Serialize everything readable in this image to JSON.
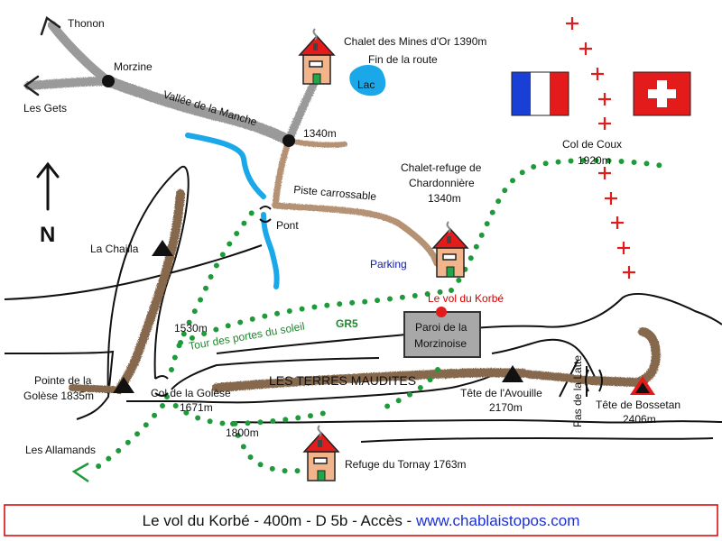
{
  "places": {
    "thonon": "Thonon",
    "morzine": "Morzine",
    "les_gets": "Les Gets",
    "vallee": "Vallée de la Manche",
    "chalet_mines_line1": "Chalet des Mines d'Or 1390m",
    "chalet_mines_line2": "Fin de la route",
    "lac": "Lac",
    "alt_1340": "1340m",
    "col_coux_line1": "Col de Coux",
    "col_coux_line2": "1920m",
    "chardonniere_line1": "Chalet-refuge de",
    "chardonniere_line2": "Chardonnière",
    "chardonniere_line3": "1340m",
    "piste": "Piste carrossable",
    "pont": "Pont",
    "parking": "Parking",
    "north": "N",
    "la_chailla": "La Chailla",
    "vol_korbe": "Le vol du Korbé",
    "paroi_line1": "Paroi de la",
    "paroi_line2": "Morzinoise",
    "alt_1530": "1530m",
    "tour_portes": "Tour des portes du soleil",
    "gr5": "GR5",
    "pointe_golese_line1": "Pointe de la",
    "pointe_golese_line2": "Golèse 1835m",
    "col_golese_line1": "Col de la Golèse",
    "col_golese_line2": "1671m",
    "terres_maudites": "LES TERRES MAUDITES",
    "avouille_line1": "Tête de l'Avouille",
    "avouille_line2": "2170m",
    "pas_latte": "Pas de la Latte",
    "bossetan_line1": "Tête de Bossetan",
    "bossetan_line2": "2406m",
    "alt_1800": "1800m",
    "les_allamands": "Les Allamands",
    "tornay": "Refuge du Tornay 1763m"
  },
  "footer": {
    "text": "Le vol du Korbé - 400m - D 5b - Accès - ",
    "url": "www.chablaistopos.com"
  },
  "flags": {
    "france": [
      "#1a3fd6",
      "#ffffff",
      "#e41b1b"
    ],
    "switzerland": "#e41b1b"
  },
  "colors": {
    "road": "#8a8a8a",
    "track": "#b08a6a",
    "ridge": "#8a6a4a",
    "trail": "#1f9a3a",
    "water": "#1aa8e8",
    "border": "#e41b1b",
    "roof": "#e41b1b",
    "house": "#f2b48a"
  },
  "icons": [
    "north-arrow-icon",
    "summit-icon",
    "chalet-icon",
    "junction-icon",
    "france-flag-icon",
    "swiss-flag-icon"
  ]
}
